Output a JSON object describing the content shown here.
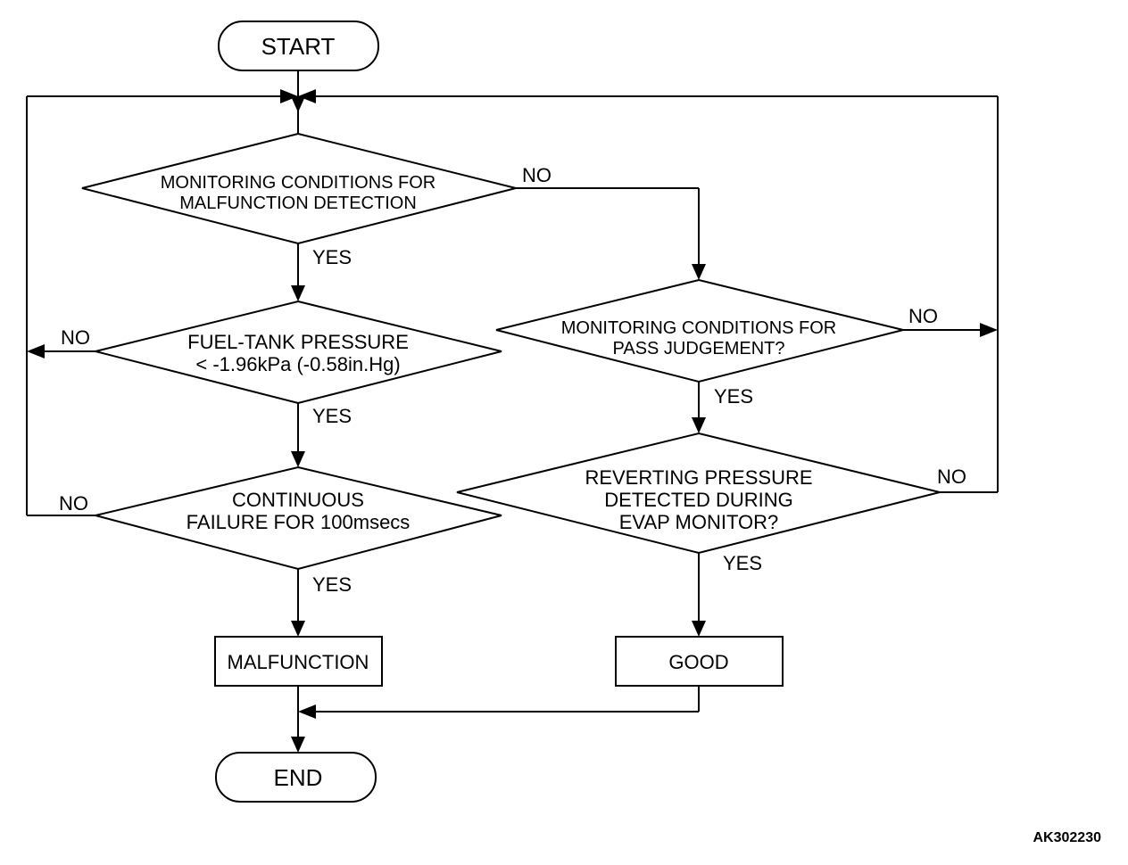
{
  "flowchart": {
    "start": "START",
    "end": "END",
    "decision_malfunction_monitoring": {
      "line1": "MONITORING CONDITIONS FOR",
      "line2": "MALFUNCTION DETECTION"
    },
    "decision_fuel_tank_pressure": {
      "line1": "FUEL-TANK PRESSURE",
      "line2": "< -1.96kPa (-0.58in.Hg)"
    },
    "decision_continuous_failure": {
      "line1": "CONTINUOUS",
      "line2": "FAILURE FOR 100msecs"
    },
    "decision_pass_monitoring": {
      "line1": "MONITORING CONDITIONS FOR",
      "line2": "PASS JUDGEMENT?"
    },
    "decision_reverting_pressure": {
      "line1": "REVERTING PRESSURE",
      "line2": "DETECTED DURING",
      "line3": "EVAP MONITOR?"
    },
    "process_malfunction": "MALFUNCTION",
    "process_good": "GOOD",
    "labels": {
      "yes": "YES",
      "no": "NO"
    }
  },
  "figure_code": "AK302230"
}
